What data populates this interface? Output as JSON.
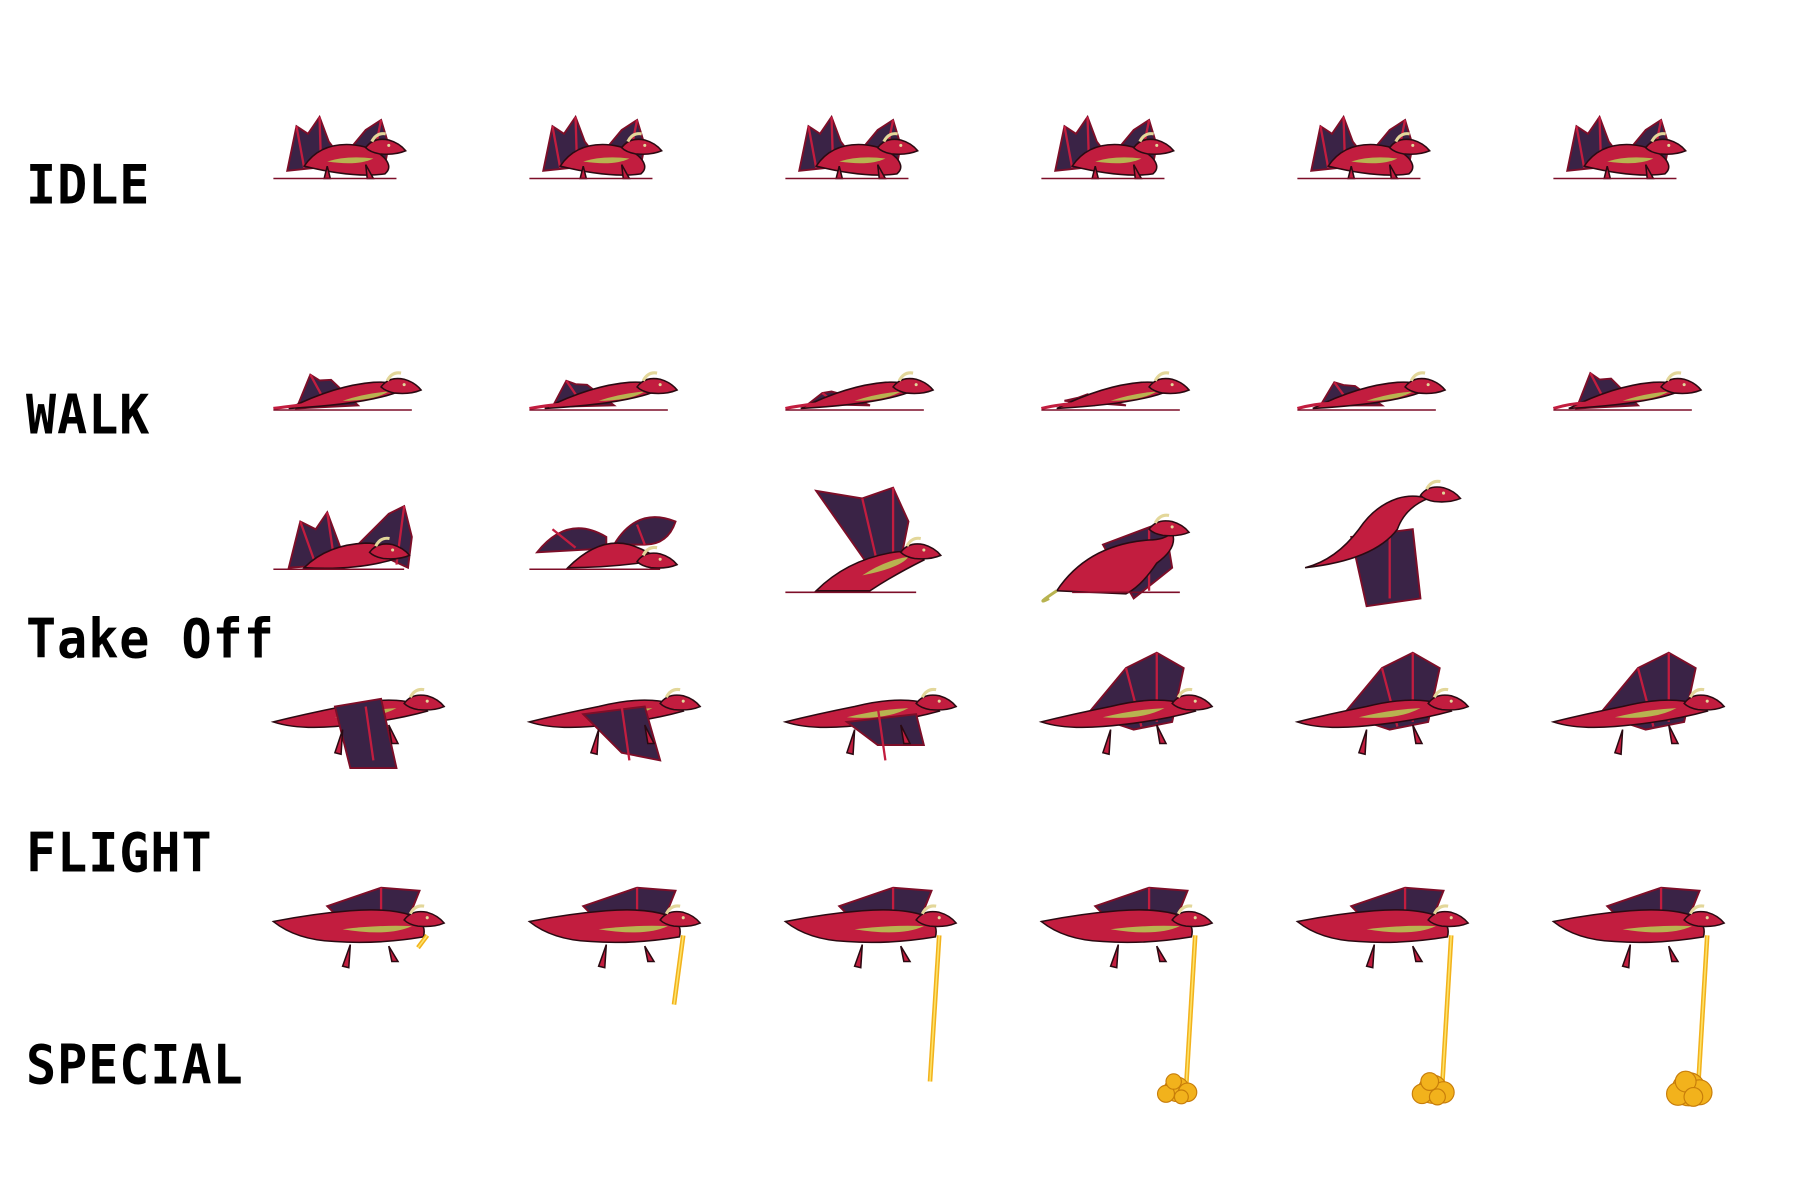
{
  "sheet": {
    "colors": {
      "body": "#c21d3f",
      "body_dark": "#7d0e28",
      "wing": "#3a2346",
      "wing_mid": "#6a4478",
      "belly": "#b8b350",
      "horn": "#e3d79a",
      "fire": "#f2b21c",
      "fire_light": "#fde36a",
      "outline": "#2a0a12"
    },
    "rows": [
      {
        "label": "IDLE",
        "pose": "idle",
        "frames": [
          0,
          0,
          0,
          0,
          0,
          0
        ]
      },
      {
        "label": "WALK",
        "pose": "walk",
        "frames": [
          0,
          1,
          2,
          3,
          4,
          5
        ]
      },
      {
        "label": "Take Off",
        "pose": "takeoff",
        "frames": [
          0,
          1,
          2,
          3,
          4
        ]
      },
      {
        "label": "FLIGHT",
        "pose": "flight",
        "frames": [
          0,
          1,
          2,
          3,
          4,
          5
        ]
      },
      {
        "label": "SPECIAL",
        "pose": "special",
        "frames": [
          0,
          1,
          2,
          3,
          4,
          5
        ],
        "fire_length": [
          0.08,
          0.45,
          0.95,
          1.0,
          1.0,
          1.0
        ]
      }
    ]
  }
}
